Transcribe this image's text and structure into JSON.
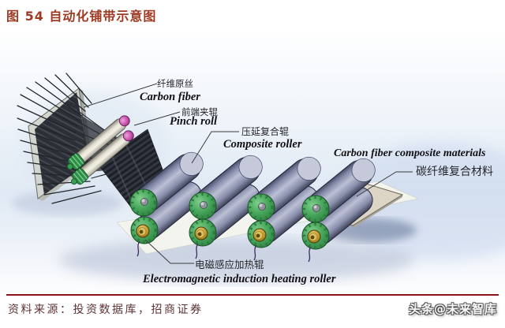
{
  "header": {
    "figure_title": "图 54 自动化铺带示意图"
  },
  "diagram": {
    "labels": {
      "fiber_cn": "纤维原丝",
      "fiber_en": "Carbon fiber",
      "pinch_cn": "前端夹辊",
      "pinch_en": "Pinch roll",
      "composite_roller_cn": "压延复合辊",
      "composite_roller_en": "Composite roller",
      "output_en": "Carbon fiber composite materials",
      "output_cn": "碳纤维复合材料",
      "heating_cn": "电磁感应加热辊",
      "heating_en": "Electromagnetic induction heating roller"
    },
    "colors": {
      "title_red": "#9e3a22",
      "rule_red": "#a31d1d",
      "roller_body_blue": "#9aa0c0",
      "roller_cap_green": "#3fa455",
      "pinch_cap_magenta": "#c14da6",
      "heater_shaft_brass": "#c09a2e",
      "tape_dark": "#23262d",
      "sheet_tan": "#dcd5c6",
      "background_blue": "#dfe8f4"
    }
  },
  "footer": {
    "source": "资料来源：投资数据库，招商证券",
    "watermark": "头条@未来智库"
  }
}
